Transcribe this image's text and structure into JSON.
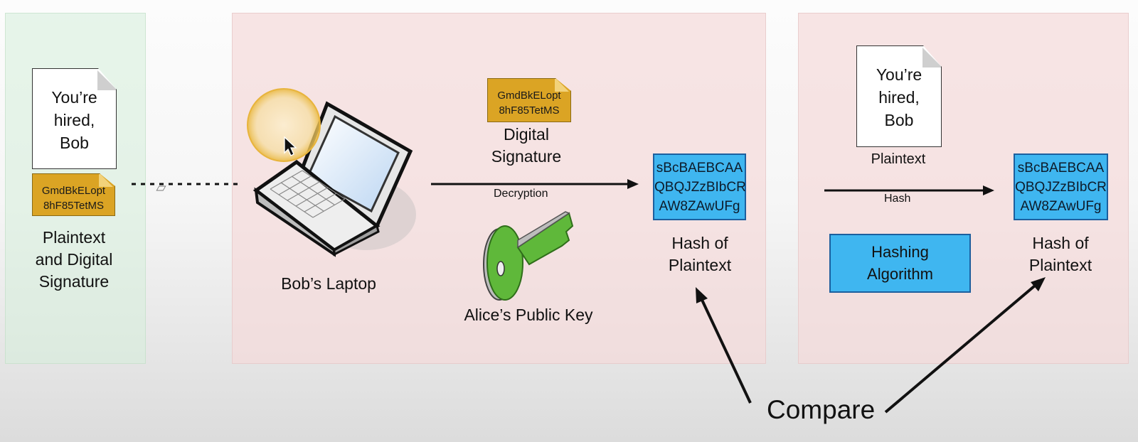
{
  "left_panel": {
    "document_lines": [
      "You’re",
      "hired,",
      "Bob"
    ],
    "signature_lines": [
      "GmdBkELopt",
      "8hF85TetMS"
    ],
    "caption_lines": [
      "Plaintext",
      "and Digital",
      "Signature"
    ]
  },
  "middle_panel": {
    "laptop_label": "Bob’s Laptop",
    "signature_lines": [
      "GmdBkELopt",
      "8hF85TetMS"
    ],
    "signature_label_lines": [
      "Digital",
      "Signature"
    ],
    "arrow_label": "Decryption",
    "key_label": "Alice’s Public Key",
    "hash_lines": [
      "sBcBAEBCAA",
      "QBQJZzBIbCR",
      "AW8ZAwUFg"
    ],
    "hash_label_lines": [
      "Hash of",
      "Plaintext"
    ]
  },
  "right_panel": {
    "document_lines": [
      "You’re",
      "hired,",
      "Bob"
    ],
    "document_label": "Plaintext",
    "arrow_label": "Hash",
    "algorithm_lines": [
      "Hashing",
      "Algorithm"
    ],
    "hash_lines": [
      "sBcBAEBCAA",
      "QBQJZzBIbCR",
      "AW8ZAwUFg"
    ],
    "hash_label_lines": [
      "Hash of",
      "Plaintext"
    ]
  },
  "compare_label": "Compare",
  "colors": {
    "signature": "#dba424",
    "hash_box": "#3fb6f0",
    "key": "#5fb83a",
    "cursor_highlight": "#f5d26a"
  }
}
